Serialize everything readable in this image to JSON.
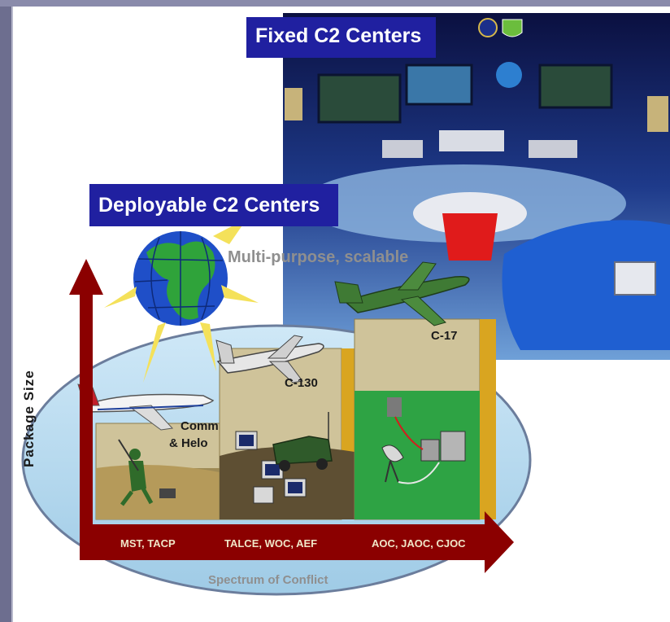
{
  "fixed_c2": {
    "title": "Fixed C2 Centers"
  },
  "deployable_c2": {
    "title": "Deployable C2 Centers",
    "subtitle": "Multi-purpose, scalable"
  },
  "axes": {
    "y_label": "Package Size",
    "x_label": "Spectrum of Conflict"
  },
  "tiers": [
    {
      "aircraft": "Comm\n& Helo",
      "aircraft_line1": "Comm",
      "aircraft_line2": "& Helo",
      "centers": "MST, TACP"
    },
    {
      "aircraft": "C-130",
      "centers": "TALCE, WOC, AEF"
    },
    {
      "aircraft": "C-17",
      "centers": "AOC, JAOC, CJOC"
    }
  ],
  "colors": {
    "title_bg": "#2020a0",
    "title_text": "#ffffff",
    "arrow": "#8b0000",
    "ellipse": "#b7dcf0",
    "box_tan": "#cfc39a",
    "box_gold": "#d9a520",
    "room_blue": "#1d3f9a"
  }
}
